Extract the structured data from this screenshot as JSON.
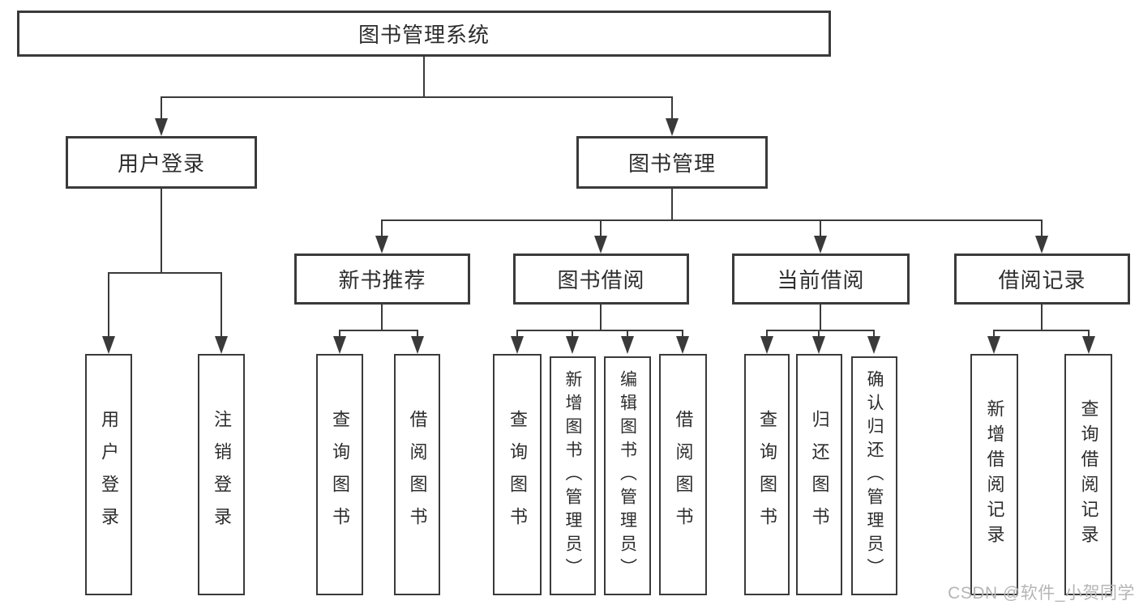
{
  "diagram": {
    "title_node": {
      "label": "图书管理系统"
    },
    "level2": [
      {
        "label": "用户登录",
        "parent": "图书管理系统"
      },
      {
        "label": "图书管理",
        "parent": "图书管理系统"
      }
    ],
    "level3": [
      {
        "label": "新书推荐",
        "parent": "图书管理"
      },
      {
        "label": "图书借阅",
        "parent": "图书管理"
      },
      {
        "label": "当前借阅",
        "parent": "图书管理"
      },
      {
        "label": "借阅记录",
        "parent": "图书管理"
      }
    ],
    "leaves": [
      {
        "label": "用户登录",
        "parent": "用户登录"
      },
      {
        "label": "注销登录",
        "parent": "用户登录"
      },
      {
        "label": "查询图书",
        "parent": "新书推荐"
      },
      {
        "label": "借阅图书",
        "parent": "新书推荐"
      },
      {
        "label": "查询图书",
        "parent": "图书借阅"
      },
      {
        "label": "新增图书（管理员）",
        "parent": "图书借阅"
      },
      {
        "label": "编辑图书（管理员）",
        "parent": "图书借阅"
      },
      {
        "label": "借阅图书",
        "parent": "图书借阅"
      },
      {
        "label": "查询图书",
        "parent": "当前借阅"
      },
      {
        "label": "归还图书",
        "parent": "当前借阅"
      },
      {
        "label": "确认归还（管理员）",
        "parent": "当前借阅"
      },
      {
        "label": "新增借阅记录",
        "parent": "借阅记录"
      },
      {
        "label": "查询借阅记录",
        "parent": "借阅记录"
      }
    ],
    "watermark": {
      "text": "CSDN @软件_小贺同学"
    },
    "colors": {
      "line": "#3a3a3a",
      "text": "#2d2d2d",
      "watermark": "#b4b6b5",
      "background": "#ffffff"
    }
  }
}
